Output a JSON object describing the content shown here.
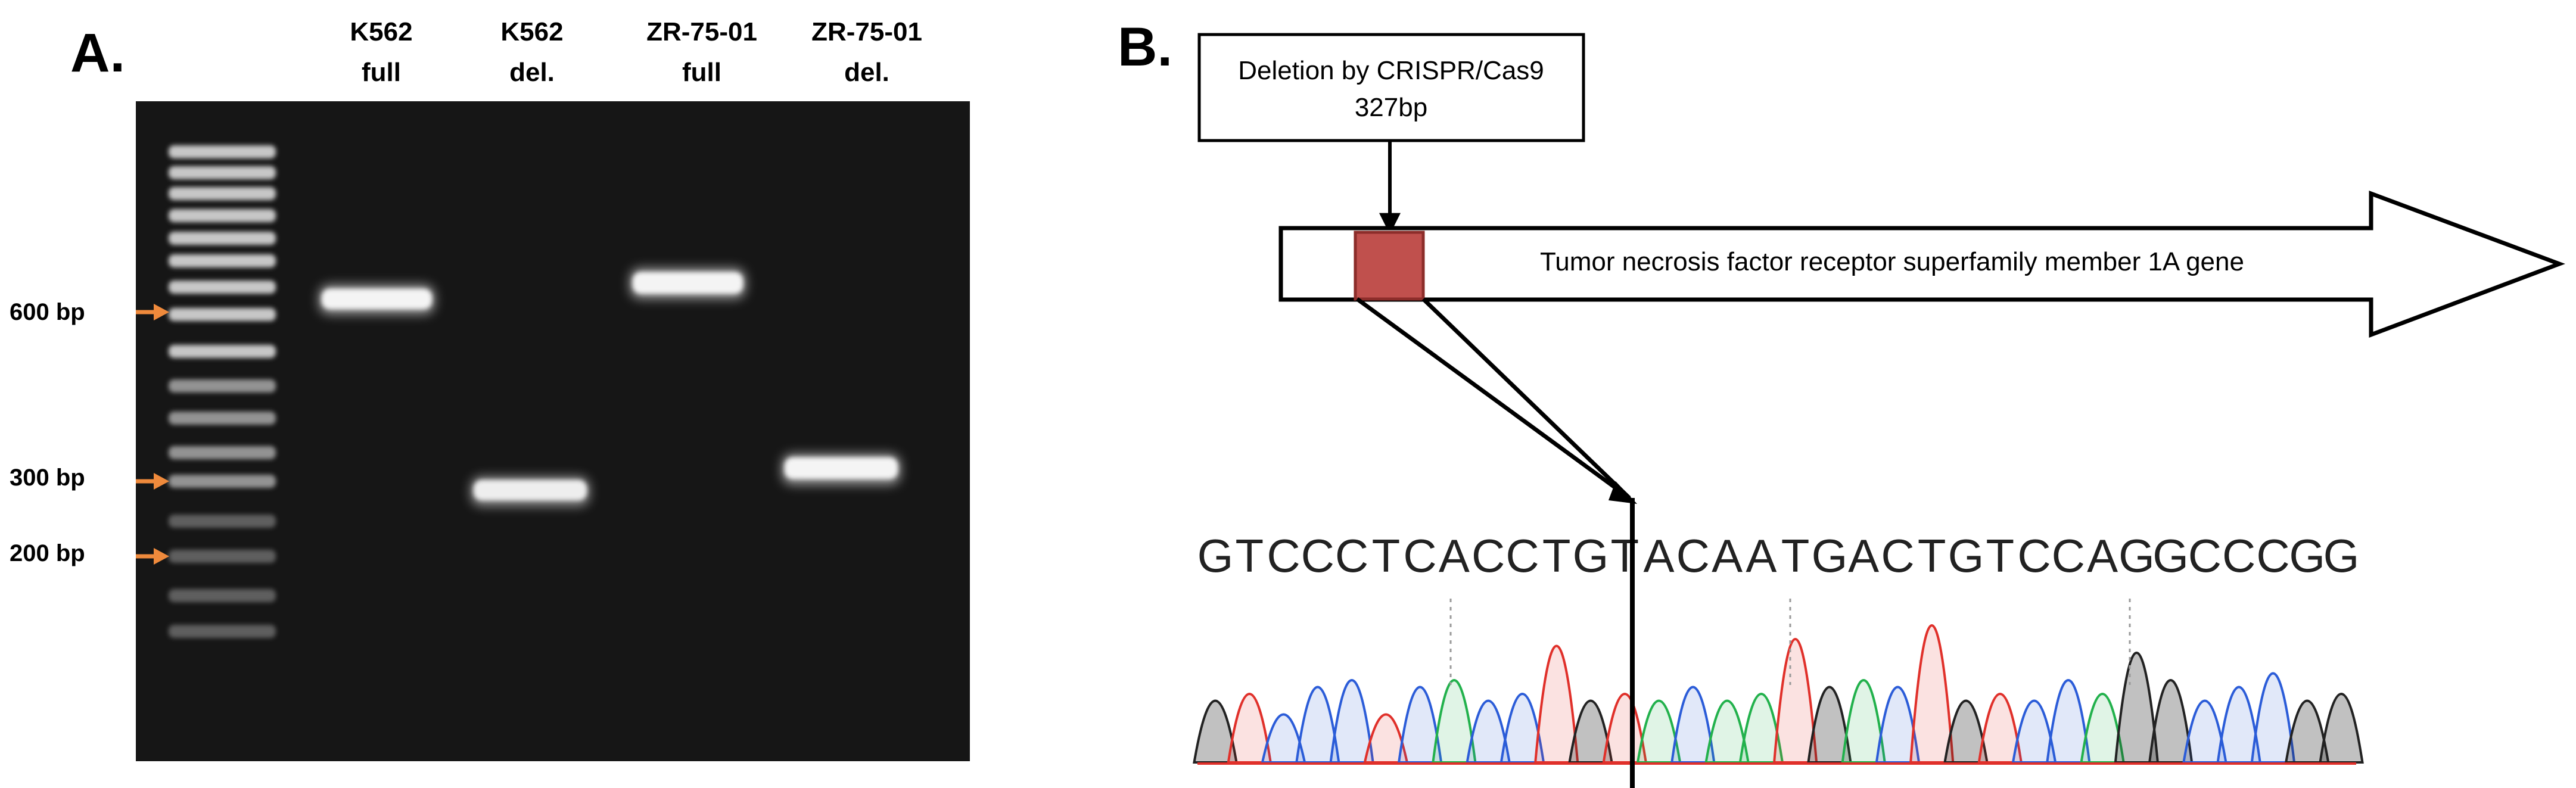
{
  "panel_a": {
    "label": "A.",
    "lanes": [
      {
        "name": "K562",
        "sub": "full"
      },
      {
        "name": "K562",
        "sub": "del."
      },
      {
        "name": "ZR-75-01",
        "sub": "full"
      },
      {
        "name": "ZR-75-01",
        "sub": "del."
      }
    ],
    "markers": [
      {
        "label": "600 bp"
      },
      {
        "label": "300 bp"
      },
      {
        "label": "200 bp"
      }
    ],
    "marker_arrow_color": "#ef8a3c",
    "gel_color": "#161616"
  },
  "panel_b": {
    "label": "B.",
    "callout_line1": "Deletion by CRISPR/Cas9",
    "callout_line2": "327bp",
    "gene_label": "Tumor necrosis factor receptor superfamily member 1A gene",
    "deletion_color": "#c0504d",
    "sequence": "GTCCCTCACCTGTACAATGACTGTCCAGGCCCGG",
    "trace_colors": {
      "A": "#22b14c",
      "C": "#2b5cd8",
      "G": "#222222",
      "T": "#e0302a"
    }
  }
}
